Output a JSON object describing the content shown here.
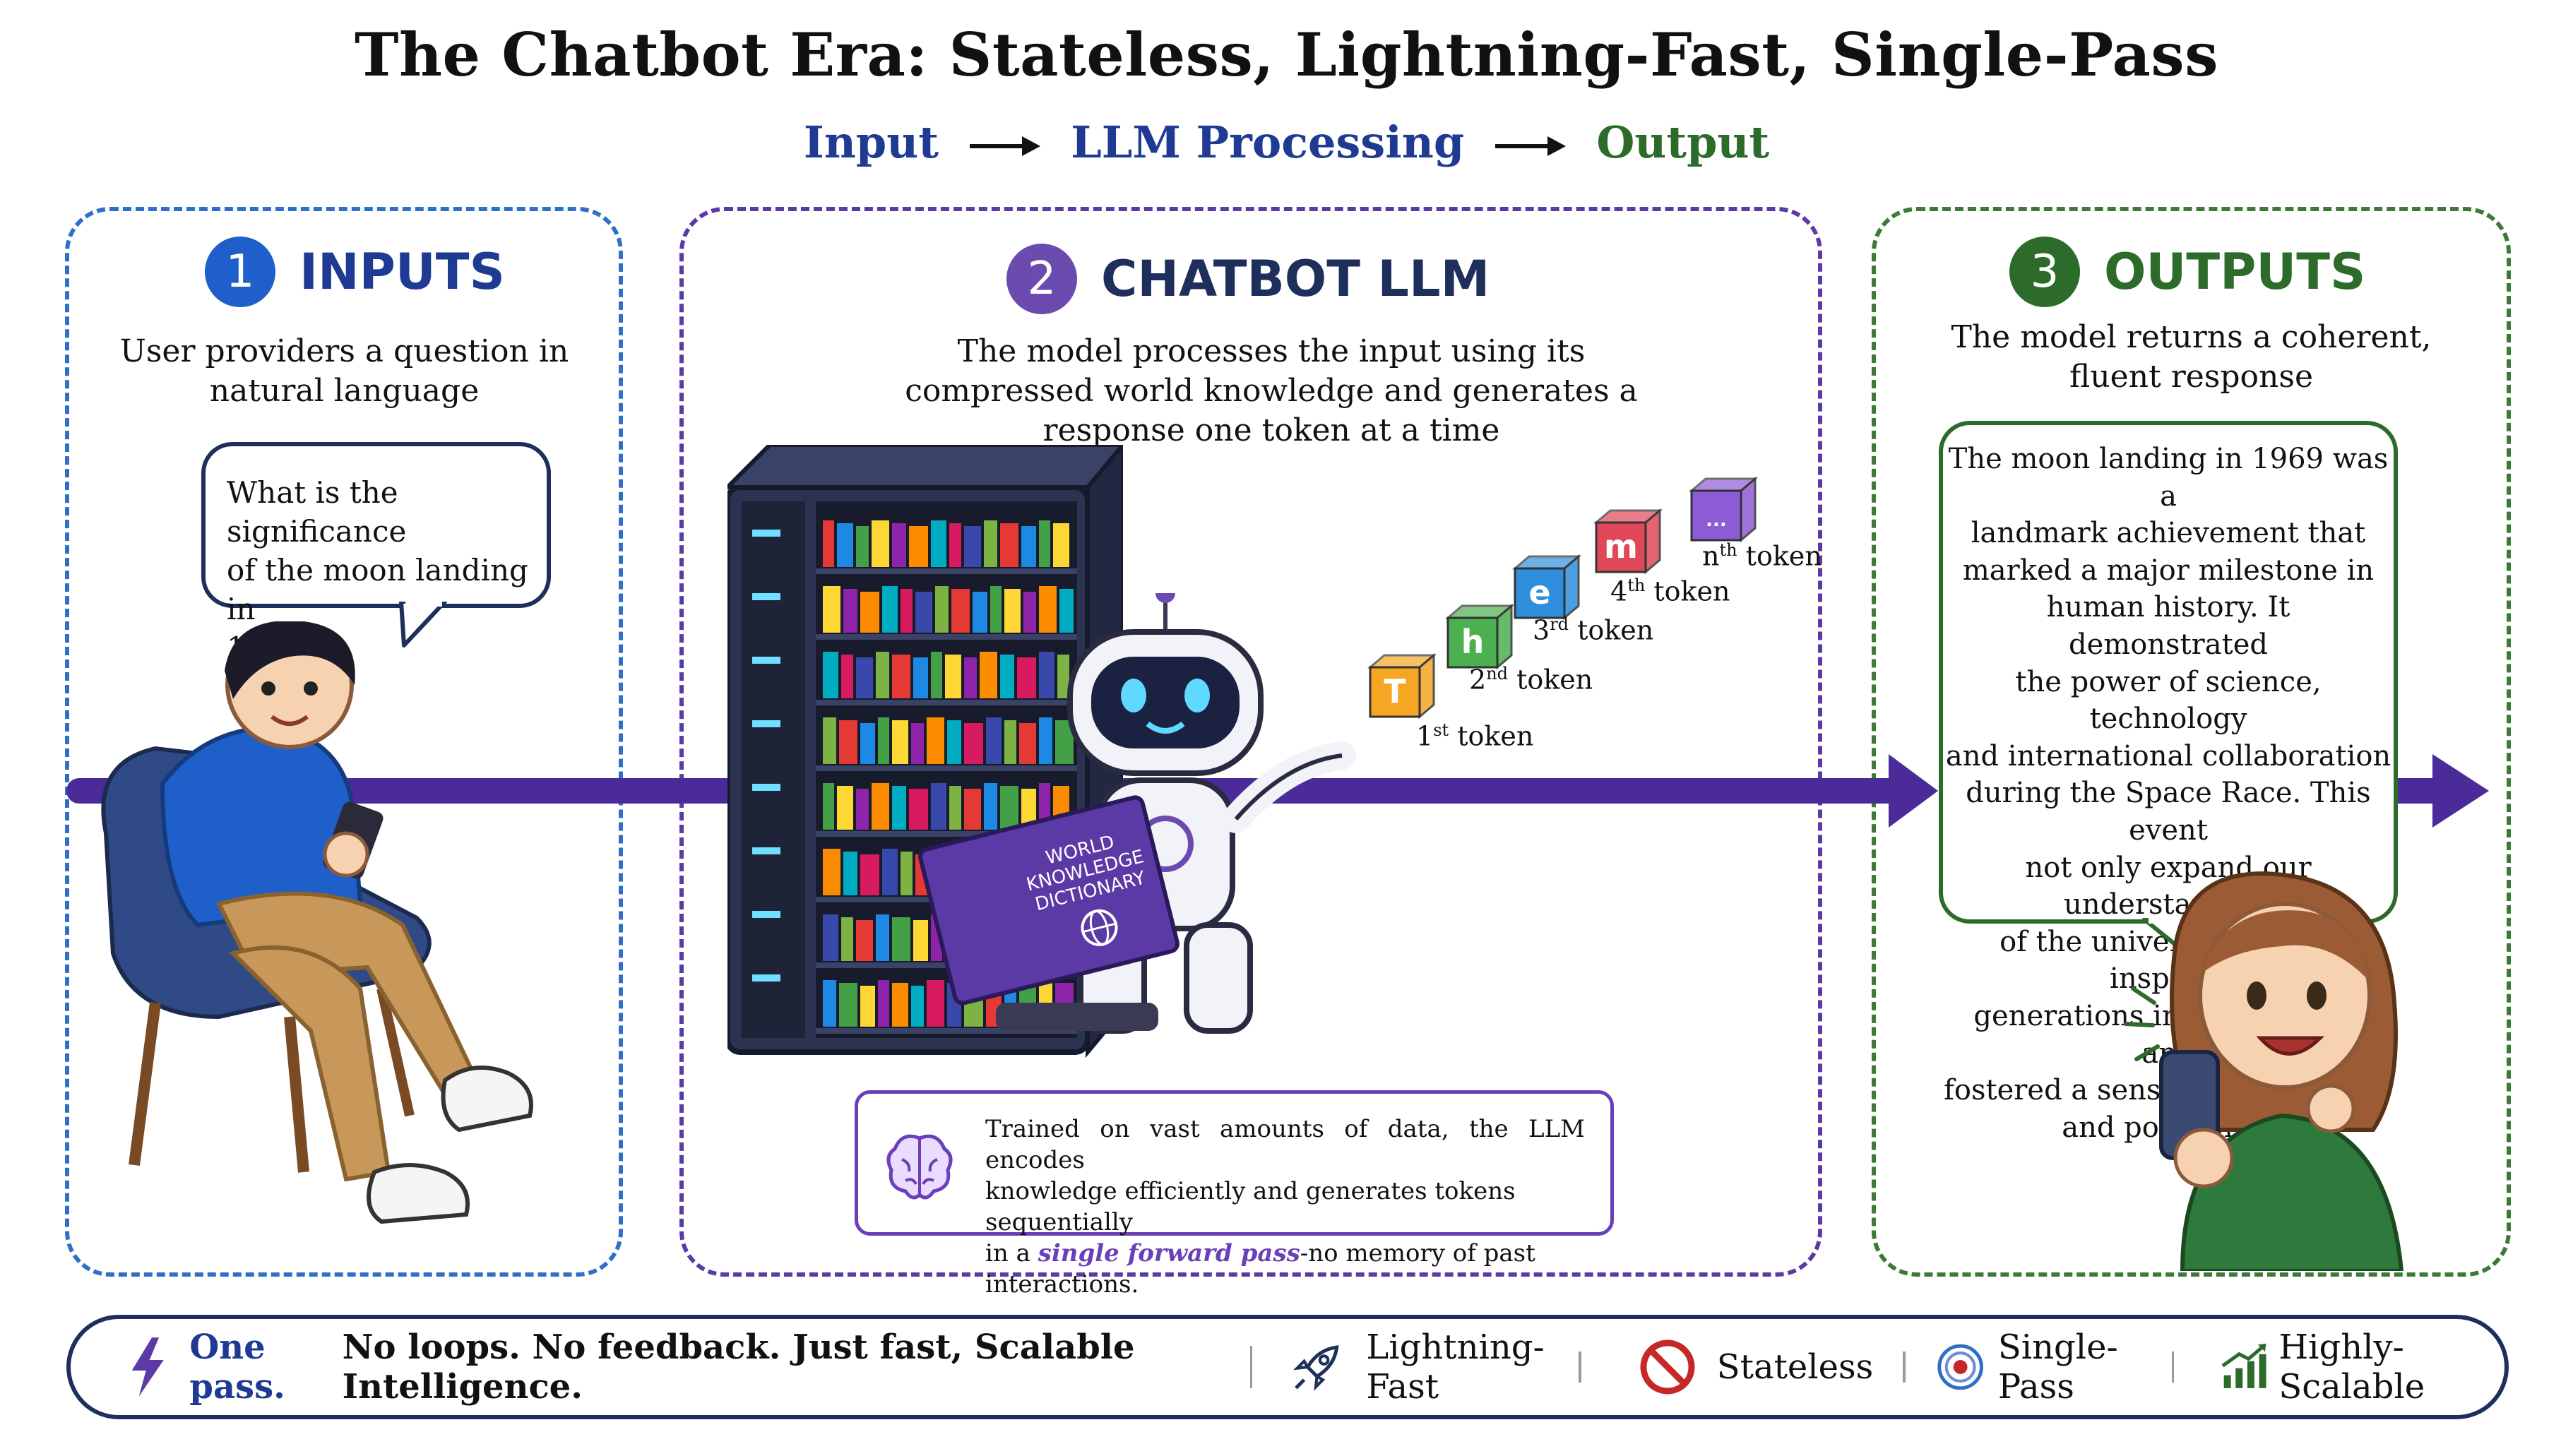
{
  "title": "The Chatbot Era: Stateless, Lightning-Fast, Single-Pass",
  "flow": {
    "input": "Input",
    "processing": "LLM Processing",
    "output": "Output"
  },
  "panels": {
    "inputs": {
      "number": "1",
      "heading": "INPUTS",
      "description_line1": "User providers a question in",
      "description_line2": "natural language",
      "question_line1": "What is the significance",
      "question_line2": "of the moon landing in",
      "question_line3": "1969 ?"
    },
    "llm": {
      "number": "2",
      "heading": "CHATBOT LLM",
      "description_line1": "The model processes the input using its",
      "description_line2": "compressed world knowledge and generates a",
      "description_line3": "response one token at a time",
      "book_line1": "WORLD",
      "book_line2": "KNOWLEDGE",
      "book_line3": "DICTIONARY",
      "tokens": [
        {
          "letter": "T",
          "ord": "1",
          "sup": "st",
          "word": " token",
          "color": "#f5a623"
        },
        {
          "letter": "h",
          "ord": "2",
          "sup": "nd",
          "word": " token",
          "color": "#4caf50"
        },
        {
          "letter": "e",
          "ord": "3",
          "sup": "rd",
          "word": " token",
          "color": "#2f8fdc"
        },
        {
          "letter": "m",
          "ord": "4",
          "sup": "th",
          "word": " token",
          "color": "#e0485a"
        },
        {
          "letter": "...",
          "ord": "n",
          "sup": "th",
          "word": " token",
          "color": "#8e5bd6"
        }
      ],
      "note_line1": "Trained on vast amounts of data, the LLM encodes",
      "note_line2": "knowledge efficiently and generates tokens sequentially",
      "note_line3_a": "in a ",
      "note_line3_em": "single forward pass",
      "note_line3_b": "-no memory of past interactions."
    },
    "outputs": {
      "number": "3",
      "heading": "OUTPUTS",
      "description_line1": "The model returns a coherent,",
      "description_line2": "fluent response",
      "answer_lines": [
        "The moon landing in 1969 was a",
        "landmark achievement that",
        "marked a major milestone in",
        "human history. It demonstrated",
        "the power of science, technology",
        "and international collaboration",
        "during the Space Race. This event",
        "not only expand our understanding",
        "of the universe but also inspired",
        "generations in STEM fields and",
        "fostered a sense of global unity",
        "and possibility."
      ]
    }
  },
  "footer": {
    "tagline_bold": "One pass.",
    "tagline_rest": " No loops. No feedback. Just fast, Scalable Intelligence.",
    "features": [
      "Lightning-Fast",
      "Stateless",
      "Single-Pass",
      "Highly-Scalable"
    ]
  },
  "colors": {
    "input_blue": "#1f3a93",
    "llm_purple": "#5b3aa5",
    "output_green": "#2d6b2a",
    "arrow": "#4b2a9a"
  },
  "icons": [
    "brain-icon",
    "lightning-icon",
    "rocket-icon",
    "no-sign-icon",
    "target-icon",
    "growth-chart-icon"
  ]
}
